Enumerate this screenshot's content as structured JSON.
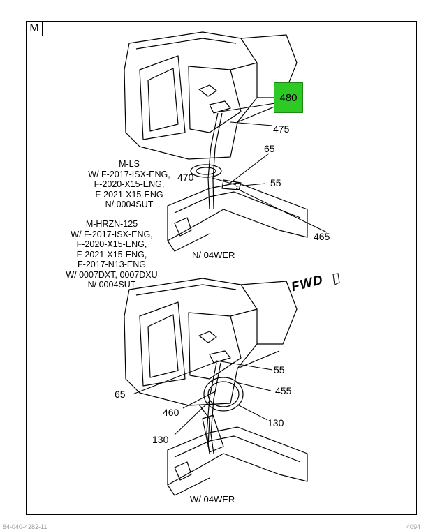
{
  "section_tag": "M",
  "applicability_1": {
    "lines": [
      "M-LS",
      "W/ F-2017-ISX-ENG,",
      "F-2020-X15-ENG,",
      "F-2021-X15-ENG",
      "N/ 0004SUT"
    ]
  },
  "applicability_2": {
    "lines": [
      "M-HRZN-125",
      "W/ F-2017-ISX-ENG,",
      "F-2020-X15-ENG,",
      "F-2021-X15-ENG,",
      "F-2017-N13-ENG",
      "W/ 0007DXT, 0007DXU",
      "N/ 0004SUT"
    ]
  },
  "top_view": {
    "caption": "N/ 04WER",
    "highlighted_callout": "480",
    "callouts": {
      "c475": "475",
      "c65": "65",
      "c470": "470",
      "c55": "55",
      "c465": "465"
    }
  },
  "bottom_view": {
    "caption": "W/ 04WER",
    "callouts": {
      "c55": "55",
      "c455": "455",
      "c65": "65",
      "c460": "460",
      "c130a": "130",
      "c130b": "130"
    }
  },
  "forward_label": "FWD",
  "footer_left": "84-040-4282-11",
  "footer_right": "4094",
  "colors": {
    "highlight": "#2ec925",
    "line": "#000000"
  }
}
